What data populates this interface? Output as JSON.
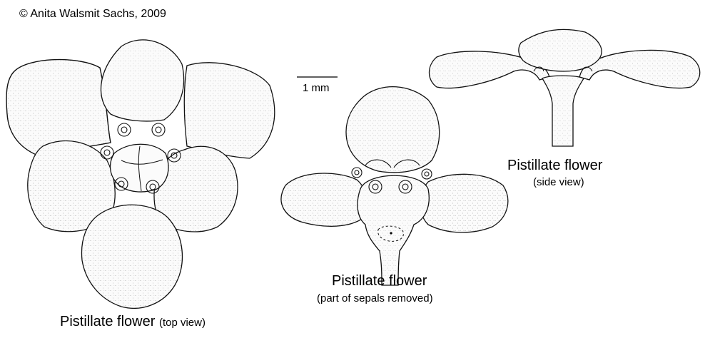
{
  "copyright": "© Anita Walsmit Sachs, 2009",
  "scale_bar": {
    "label": "1 mm"
  },
  "figures": {
    "top_view": {
      "title": "Pistillate flower",
      "subtitle": "(top view)"
    },
    "sepals_removed": {
      "title": "Pistillate flower",
      "subtitle": "(part of sepals removed)"
    },
    "side_view": {
      "title": "Pistillate flower",
      "subtitle": "(side view)"
    }
  }
}
